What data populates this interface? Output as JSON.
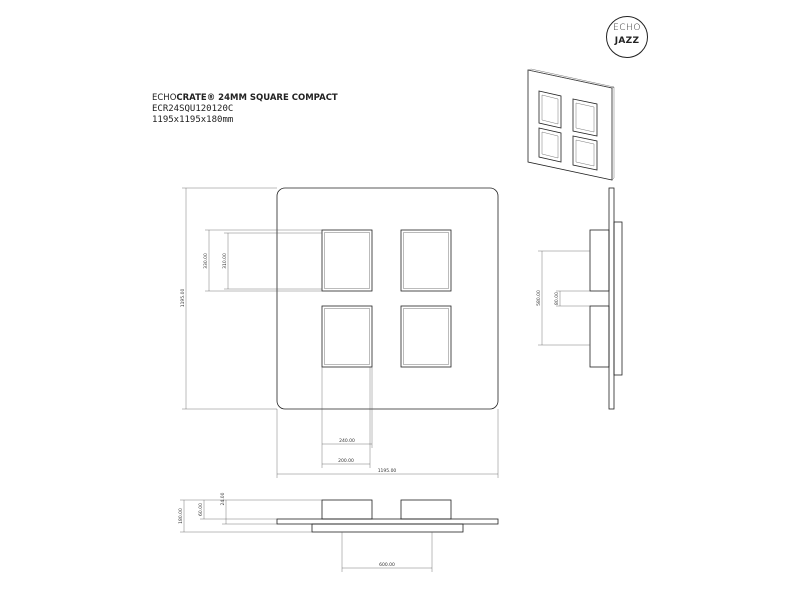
{
  "brand": {
    "logo_line1": "ECHO",
    "logo_line2": "JAZZ"
  },
  "title": {
    "brand_light": "ECHO",
    "brand_bold": "CRATE® 24MM SQUARE COMPACT",
    "code": "ECR24SQU120120C",
    "size": "1195x1195x180mm"
  },
  "dimensions": {
    "front_height": "1195.00",
    "front_width": "1195.00",
    "box_height_outer": "330.00",
    "box_height_inner": "310.00",
    "box_width_outer": "240.00",
    "box_width_inner": "200.00",
    "side_span": "580.00",
    "side_gap": "80.00",
    "bottom_total": "180.00",
    "bottom_mid": "60.00",
    "bottom_top": "24.00",
    "bottom_span": "600.00"
  }
}
